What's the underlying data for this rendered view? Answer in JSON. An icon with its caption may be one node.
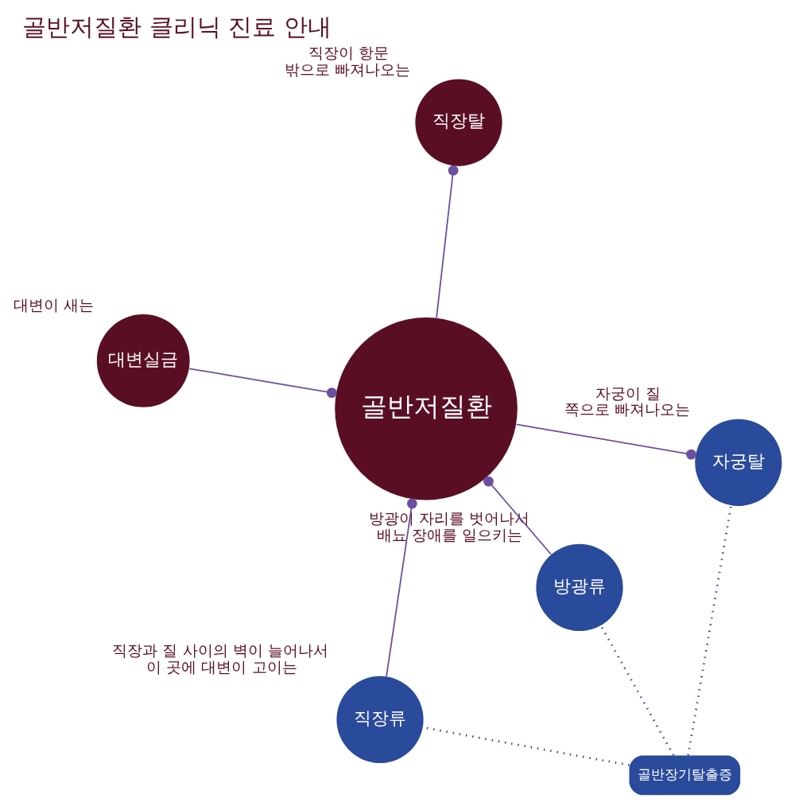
{
  "diagram": {
    "title": "골반저질환 클리닉 진료 안내",
    "nodes": [
      {
        "text": [
          "골반장기탈출증"
        ]
      },
      {
        "text": [
          "방광류"
        ],
        "beside": [
          "방광이 자리를 벗어나서 배뇨 장애를 일으키는"
        ]
      },
      {
        "text": [
          "직장류"
        ],
        "beside": [
          "직장과 질 사이의 벽이 늘어나서 이 곳에 대변이 고이는"
        ]
      },
      {
        "text": [
          "골반저질환"
        ]
      },
      {
        "text": [
          "직장탈"
        ],
        "beside": [
          "직장이 항문 밖으로 빠져나오는"
        ]
      },
      {
        "text": [
          "자궁탈"
        ],
        "beside": [
          "자궁이 질 쪽으로 빠져나오는"
        ]
      },
      {
        "text": [
          "대변실금"
        ],
        "beside": [
          "대변이 새는"
        ]
      }
    ],
    "edges": [
      {
        "from": 0,
        "to": 1,
        "arrow": "none",
        "style": "dashed",
        "color": "#2a3d96"
      },
      {
        "from": 0,
        "to": 2,
        "arrow": "none",
        "style": "dashed",
        "color": "#2a3d96"
      },
      {
        "from": 0,
        "to": 5,
        "arrow": "none",
        "style": "dashed",
        "color": "#2a3d96"
      },
      {
        "from": 1,
        "to": 3,
        "arrow": "other"
      },
      {
        "from": 2,
        "to": 3,
        "arrow": "other"
      },
      {
        "from": 3,
        "to": 4,
        "arrow": "other"
      },
      {
        "from": 6,
        "to": 3,
        "arrow": "other"
      },
      {
        "from": 3,
        "to": 5,
        "arrow": "other"
      }
    ]
  }
}
